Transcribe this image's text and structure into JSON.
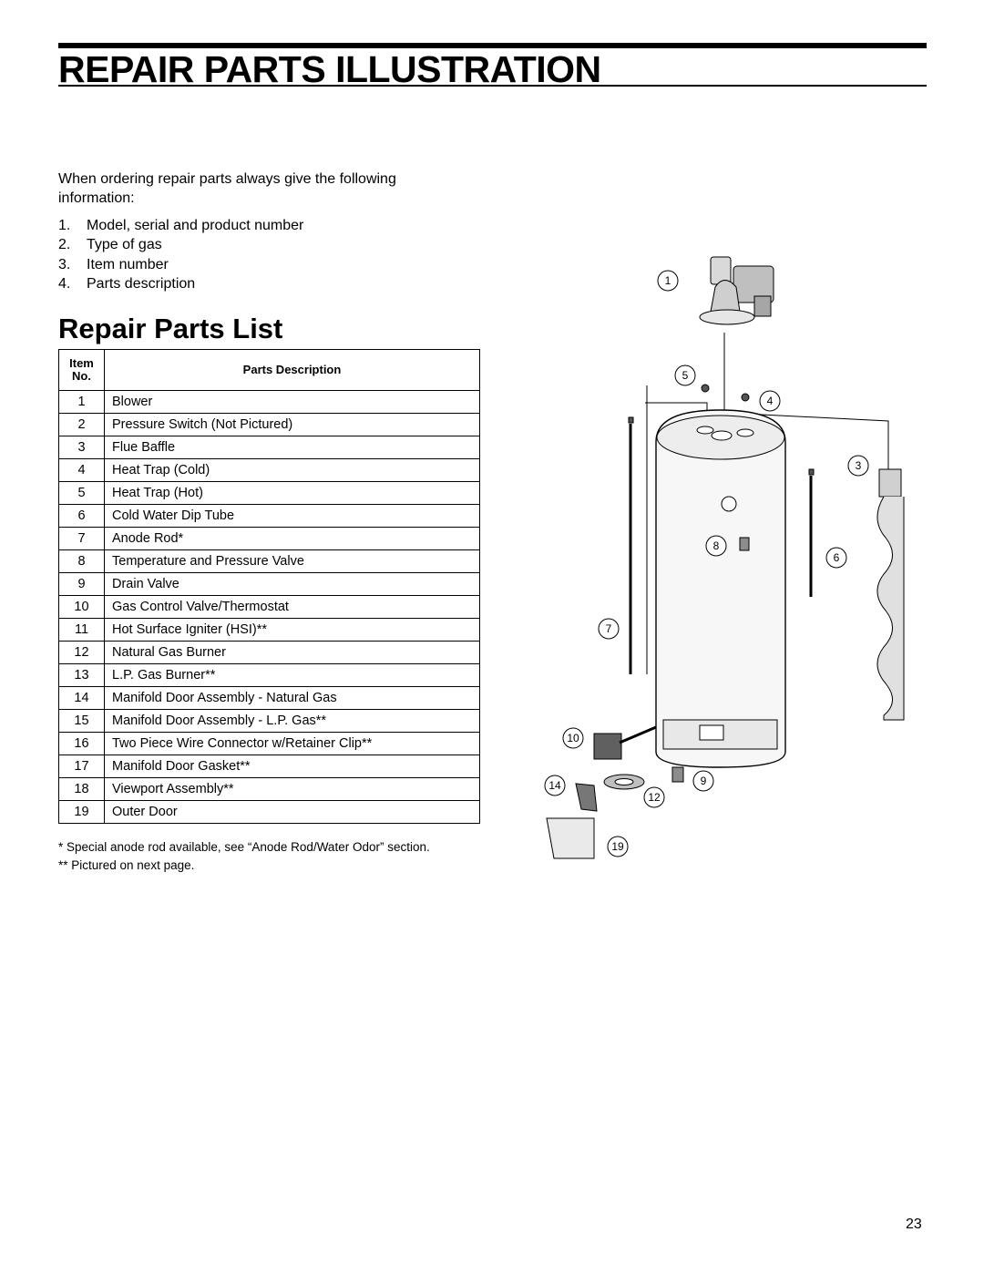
{
  "page": {
    "title": "REPAIR PARTS ILLUSTRATION",
    "intro": "When ordering repair parts always give the following information:",
    "ordering_info": [
      {
        "num": "1.",
        "text": "Model, serial and product number"
      },
      {
        "num": "2.",
        "text": "Type of gas"
      },
      {
        "num": "3.",
        "text": "Item number"
      },
      {
        "num": "4.",
        "text": "Parts description"
      }
    ],
    "section_title": "Repair Parts List",
    "page_number": "23"
  },
  "table": {
    "header_item_line1": "Item",
    "header_item_line2": "No.",
    "header_description": "Parts Description",
    "rows": [
      {
        "no": "1",
        "desc": "Blower"
      },
      {
        "no": "2",
        "desc": "Pressure Switch (Not Pictured)"
      },
      {
        "no": "3",
        "desc": "Flue Baffle"
      },
      {
        "no": "4",
        "desc": "Heat Trap (Cold)"
      },
      {
        "no": "5",
        "desc": "Heat Trap (Hot)"
      },
      {
        "no": "6",
        "desc": "Cold Water Dip Tube"
      },
      {
        "no": "7",
        "desc": "Anode Rod*"
      },
      {
        "no": "8",
        "desc": "Temperature and Pressure Valve"
      },
      {
        "no": "9",
        "desc": "Drain Valve"
      },
      {
        "no": "10",
        "desc": "Gas Control Valve/Thermostat"
      },
      {
        "no": "11",
        "desc": "Hot Surface Igniter (HSI)**"
      },
      {
        "no": "12",
        "desc": "Natural Gas Burner"
      },
      {
        "no": "13",
        "desc": "L.P. Gas Burner**"
      },
      {
        "no": "14",
        "desc": "Manifold Door Assembly - Natural Gas"
      },
      {
        "no": "15",
        "desc": "Manifold Door Assembly - L.P. Gas**"
      },
      {
        "no": "16",
        "desc": "Two Piece Wire Connector w/Retainer Clip**"
      },
      {
        "no": "17",
        "desc": "Manifold Door Gasket**"
      },
      {
        "no": "18",
        "desc": "Viewport Assembly**"
      },
      {
        "no": "19",
        "desc": "Outer Door"
      }
    ]
  },
  "footnotes": {
    "anode": "* Special anode rod available, see “Anode Rod/Water Odor” section.",
    "next_page": "** Pictured on next page."
  },
  "diagram": {
    "callouts": [
      "1",
      "5",
      "4",
      "3",
      "8",
      "6",
      "7",
      "10",
      "9",
      "14",
      "12",
      "19"
    ]
  }
}
